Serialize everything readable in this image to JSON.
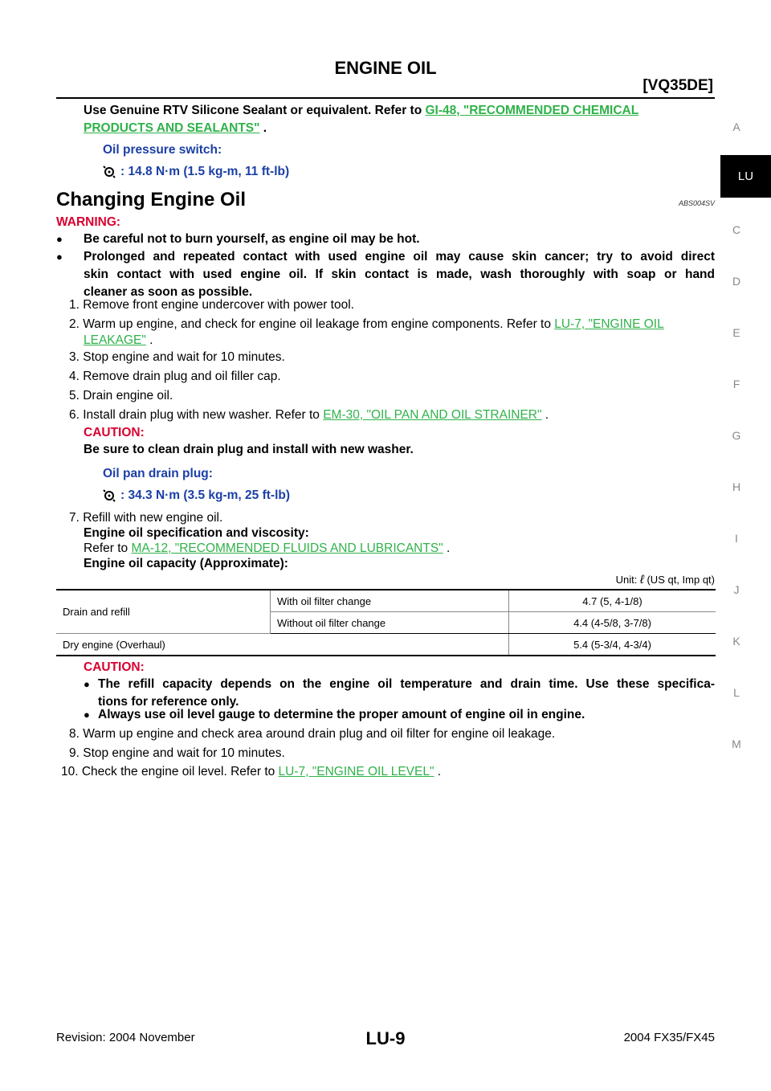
{
  "header": {
    "title": "ENGINE OIL",
    "subtitle": "[VQ35DE]"
  },
  "side_index": {
    "letters": [
      "A",
      "C",
      "D",
      "E",
      "F",
      "G",
      "H",
      "I",
      "J",
      "K",
      "L",
      "M"
    ],
    "active": "LU"
  },
  "intro": {
    "text1": "Use Genuine RTV Silicone Sealant or equivalent. Refer to ",
    "link1a": "GI-48, \"RECOMMENDED CHEMICAL",
    "link1b": "PRODUCTS AND SEALANTS\"",
    "text1_end": " .",
    "torque1_label": "Oil pressure switch:",
    "torque1_value": ": 14.8 N·m (1.5 kg-m, 11 ft-lb)"
  },
  "section": {
    "title": "Changing Engine Oil",
    "code": "ABS004SV"
  },
  "warning": {
    "label": "WARNING:",
    "bullet1": "Be careful not to burn yourself, as engine oil may be hot.",
    "bullet2_l1": "Prolonged and repeated contact with used engine oil may cause skin cancer; try to avoid direct",
    "bullet2_l2": "skin contact with used engine oil. If skin contact is made, wash thoroughly with soap or hand",
    "bullet2_l3": "cleaner as soon as possible."
  },
  "steps": {
    "s1": "1. Remove front engine undercover with power tool.",
    "s2a": "2. Warm up engine, and check for engine oil leakage from engine components. Refer to ",
    "s2_link_a": "LU-7, \"ENGINE OIL",
    "s2_link_b": "LEAKAGE\"",
    "s2_end": " .",
    "s3": "3. Stop engine and wait for 10 minutes.",
    "s4": "4. Remove drain plug and oil filler cap.",
    "s5": "5. Drain engine oil.",
    "s6a": "6. Install drain plug with new washer. Refer to ",
    "s6_link": "EM-30, \"OIL PAN AND OIL STRAINER\"",
    "s6_end": " .",
    "caution1_label": "CAUTION:",
    "caution1_text": "Be sure to clean drain plug and install with new washer.",
    "torque2_label": "Oil pan drain plug:",
    "torque2_value": ": 34.3 N·m (3.5 kg-m, 25 ft-lb)",
    "s7": "7. Refill with new engine oil.",
    "s7_spec": "Engine oil specification and viscosity:",
    "s7_refer": "Refer to ",
    "s7_link": "MA-12, \"RECOMMENDED FLUIDS AND LUBRICANTS\"",
    "s7_end": " .",
    "s7_capacity": "Engine oil capacity (Approximate):",
    "unit_pre": "Unit: ",
    "unit_symbol": "ℓ",
    "unit_post": " (US qt, Imp qt)",
    "caution2_label": "CAUTION:",
    "caution2_b1_l1": "The refill capacity depends on the engine oil temperature and drain time. Use these specifica-",
    "caution2_b1_l2": "tions for reference only.",
    "caution2_b2": "Always use oil level gauge to determine the proper amount of engine oil in engine.",
    "s8": "8. Warm up engine and check area around drain plug and oil filter for engine oil leakage.",
    "s9": "9. Stop engine and wait for 10 minutes.",
    "s10a": "10. Check the engine oil level. Refer to ",
    "s10_link": "LU-7, \"ENGINE OIL LEVEL\"",
    "s10_end": " ."
  },
  "table": {
    "r1_c1": "Drain and refill",
    "r1_c2": "With oil filter change",
    "r1_c3": "4.7 (5, 4-1/8)",
    "r2_c2": "Without oil filter change",
    "r2_c3": "4.4 (4-5/8, 3-7/8)",
    "r3_c1": "Dry engine (Overhaul)",
    "r3_c3": "5.4 (5-3/4, 4-3/4)"
  },
  "footer": {
    "left": "Revision: 2004 November",
    "center": "LU-9",
    "right": "2004 FX35/FX45"
  }
}
